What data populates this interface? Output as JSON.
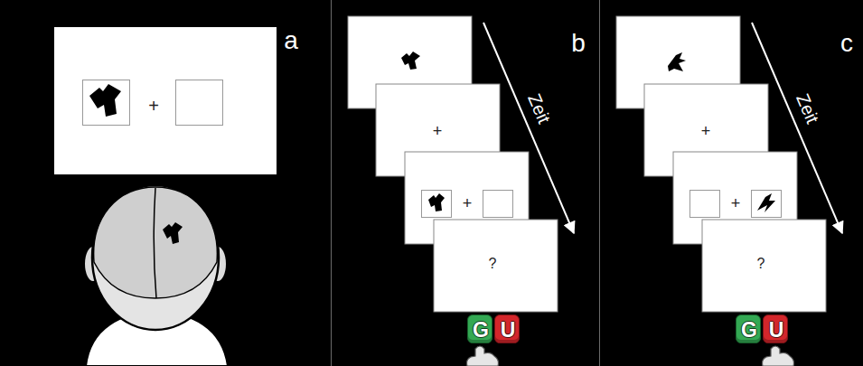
{
  "diagram": {
    "nodes": [
      {
        "text": [
          "+"
        ]
      },
      {
        "text": [
          "+"
        ]
      },
      {
        "text": [
          "+"
        ]
      },
      {
        "text": [
          "?"
        ]
      },
      {
        "text": [
          "G"
        ]
      },
      {
        "text": [
          "U"
        ]
      },
      {
        "text": [
          "+"
        ]
      },
      {
        "text": [
          "+"
        ]
      },
      {
        "text": [
          "?"
        ]
      },
      {
        "text": [
          "G"
        ]
      },
      {
        "text": [
          "U"
        ]
      }
    ],
    "labels": [
      "a",
      "b",
      "Zeit",
      "c",
      "Zeit"
    ]
  }
}
